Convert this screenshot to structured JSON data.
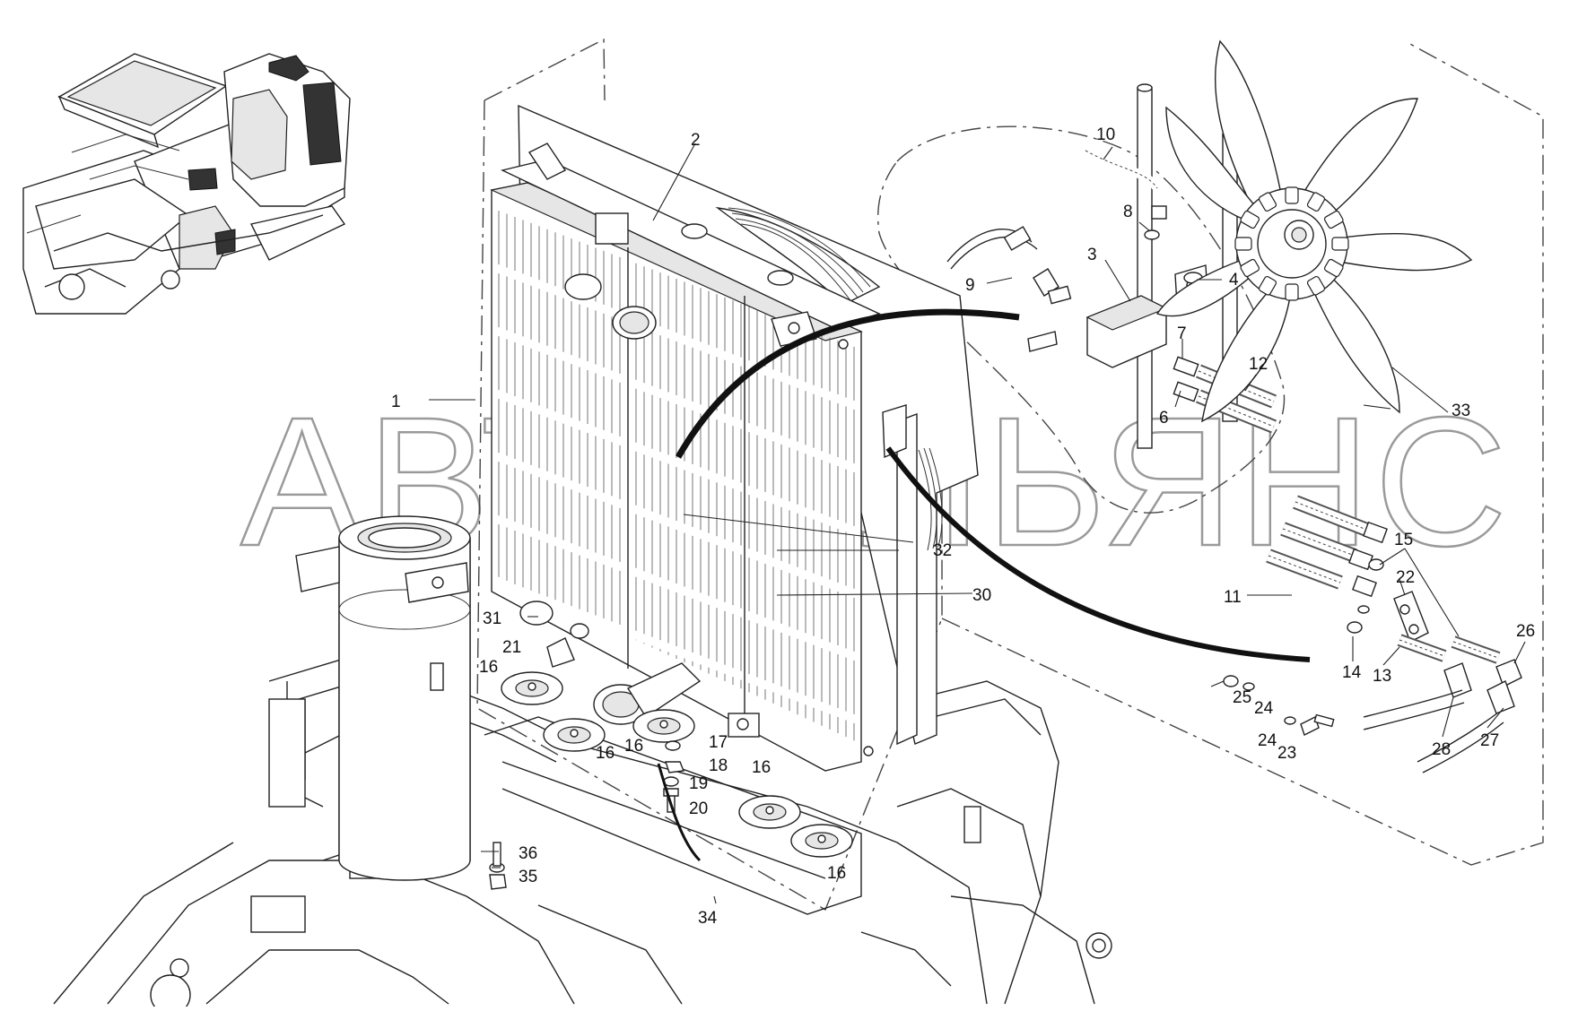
{
  "watermark": "АВТОАЛЬЯНС",
  "callouts": [
    {
      "id": "1",
      "label": "1"
    },
    {
      "id": "2",
      "label": "2"
    },
    {
      "id": "3",
      "label": "3"
    },
    {
      "id": "4",
      "label": "4"
    },
    {
      "id": "6",
      "label": "6"
    },
    {
      "id": "7",
      "label": "7"
    },
    {
      "id": "8",
      "label": "8"
    },
    {
      "id": "9",
      "label": "9"
    },
    {
      "id": "10",
      "label": "10"
    },
    {
      "id": "11",
      "label": "11"
    },
    {
      "id": "12",
      "label": "12"
    },
    {
      "id": "13",
      "label": "13"
    },
    {
      "id": "14",
      "label": "14"
    },
    {
      "id": "15",
      "label": "15"
    },
    {
      "id": "16a",
      "label": "16"
    },
    {
      "id": "16b",
      "label": "16"
    },
    {
      "id": "16c",
      "label": "16"
    },
    {
      "id": "16d",
      "label": "16"
    },
    {
      "id": "16e",
      "label": "16"
    },
    {
      "id": "17",
      "label": "17"
    },
    {
      "id": "18",
      "label": "18"
    },
    {
      "id": "19",
      "label": "19"
    },
    {
      "id": "20",
      "label": "20"
    },
    {
      "id": "21",
      "label": "21"
    },
    {
      "id": "22",
      "label": "22"
    },
    {
      "id": "23",
      "label": "23"
    },
    {
      "id": "24a",
      "label": "24"
    },
    {
      "id": "24b",
      "label": "24"
    },
    {
      "id": "25",
      "label": "25"
    },
    {
      "id": "26",
      "label": "26"
    },
    {
      "id": "27",
      "label": "27"
    },
    {
      "id": "28",
      "label": "28"
    },
    {
      "id": "30",
      "label": "30"
    },
    {
      "id": "31",
      "label": "31"
    },
    {
      "id": "32",
      "label": "32"
    },
    {
      "id": "33",
      "label": "33"
    },
    {
      "id": "34",
      "label": "34"
    },
    {
      "id": "35",
      "label": "35"
    },
    {
      "id": "36",
      "label": "36"
    }
  ]
}
